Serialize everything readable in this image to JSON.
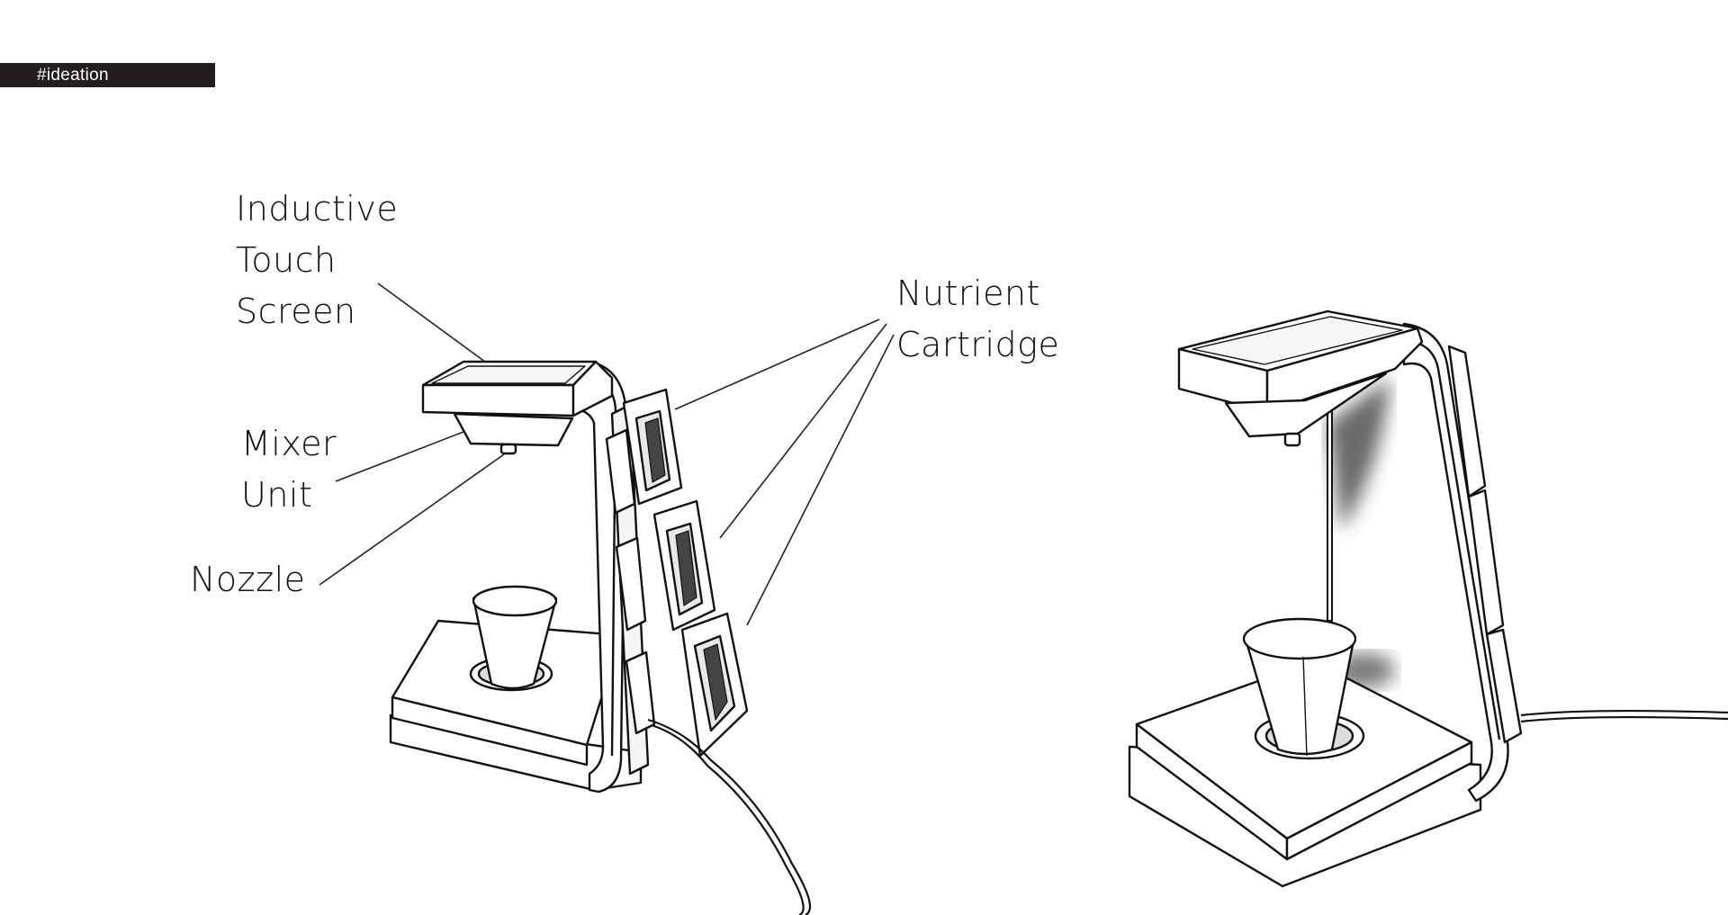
{
  "tag": {
    "text": "#ideation"
  },
  "labels": {
    "touch_screen": {
      "line1": "Inductive",
      "line2": "Touch",
      "line3": "Screen"
    },
    "mixer_unit": {
      "line1": "Mixer",
      "line2": "Unit"
    },
    "nozzle": {
      "text": "Nozzle"
    },
    "cartridge": {
      "line1": "Nutrient",
      "line2": "Cartridge"
    }
  },
  "colors": {
    "ink": "#111111",
    "tag_bg": "#231f20",
    "tag_fg": "#ffffff",
    "shadow": "#555555"
  }
}
